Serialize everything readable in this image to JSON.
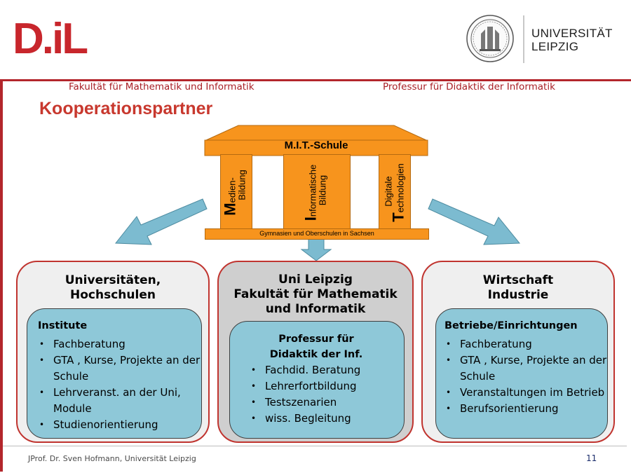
{
  "header": {
    "logo_text": "D.iL",
    "university_line1": "UNIVERSITÄT",
    "university_line2": "LEIPZIG",
    "faculty": "Fakultät für Mathematik und Informatik",
    "professorship": "Professur für Didaktik der Informatik"
  },
  "slide": {
    "title": "Kooperationspartner"
  },
  "temple": {
    "roof_label": "M.I.T.-Schule",
    "pillars": [
      {
        "initial": "M",
        "line1": "edien-",
        "line2": "Bildung"
      },
      {
        "initial": "I",
        "line1": "nformatische",
        "line2": "Bildung"
      },
      {
        "initial": "T",
        "line1": "Digitale",
        "line2": "echnologien"
      }
    ],
    "base_label": "Gymnasien und Oberschulen in Sachsen"
  },
  "columns": [
    {
      "title_lines": [
        "Universitäten,",
        "Hochschulen"
      ],
      "inner_heading": [
        "Institute"
      ],
      "items": [
        "Fachberatung",
        "GTA , Kurse, Projekte an der Schule",
        "Lehrveranst. an der Uni, Module",
        "Studienorientierung"
      ]
    },
    {
      "title_lines": [
        "Uni Leipzig",
        "Fakultät für Mathematik",
        "und Informatik"
      ],
      "inner_heading": [
        "Professur für",
        "Didaktik der Inf."
      ],
      "items": [
        "Fachdid. Beratung",
        "Lehrerfortbildung",
        "Testszenarien",
        "wiss. Begleitung"
      ]
    },
    {
      "title_lines": [
        "Wirtschaft",
        "Industrie"
      ],
      "inner_heading": [
        "Betriebe/Einrichtungen"
      ],
      "items": [
        "Fachberatung",
        "GTA , Kurse, Projekte an der Schule",
        "Veranstaltungen im Betrieb",
        "Berufsorientierung"
      ]
    }
  ],
  "footer": {
    "author": "JProf. Dr. Sven Hofmann, Universität Leipzig",
    "page": "11"
  },
  "colors": {
    "accent_red": "#c8382e",
    "pillar_orange": "#f7941d",
    "arrow_blue": "#7cbbd0",
    "box_blue": "#8ec8d8"
  }
}
